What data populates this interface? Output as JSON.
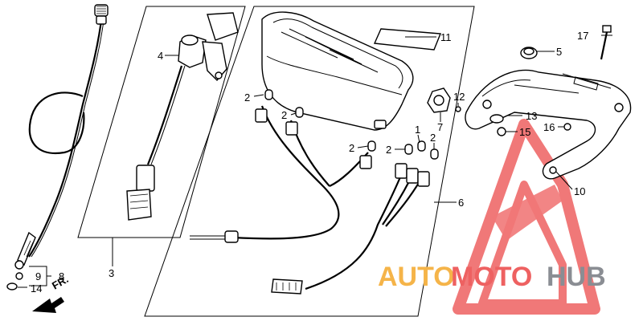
{
  "callouts": {
    "c1": "1",
    "c2a": "2",
    "c2b": "2",
    "c2c": "2",
    "c2d": "2",
    "c2e": "2",
    "c3": "3",
    "c4": "4",
    "c5": "5",
    "c6": "6",
    "c7": "7",
    "c8": "8",
    "c9": "9",
    "c10": "10",
    "c11": "11",
    "c12": "12",
    "c13": "13",
    "c14": "14",
    "c15": "15",
    "c16": "16",
    "c17": "17"
  },
  "direction_label": "FR.",
  "watermark": {
    "text_auto": "AUTO",
    "text_moto": "MOTO",
    "text_hub": "HUB",
    "color_red": "#ee6161",
    "color_orange": "#f5b449",
    "color_grey": "#8a8d93"
  }
}
